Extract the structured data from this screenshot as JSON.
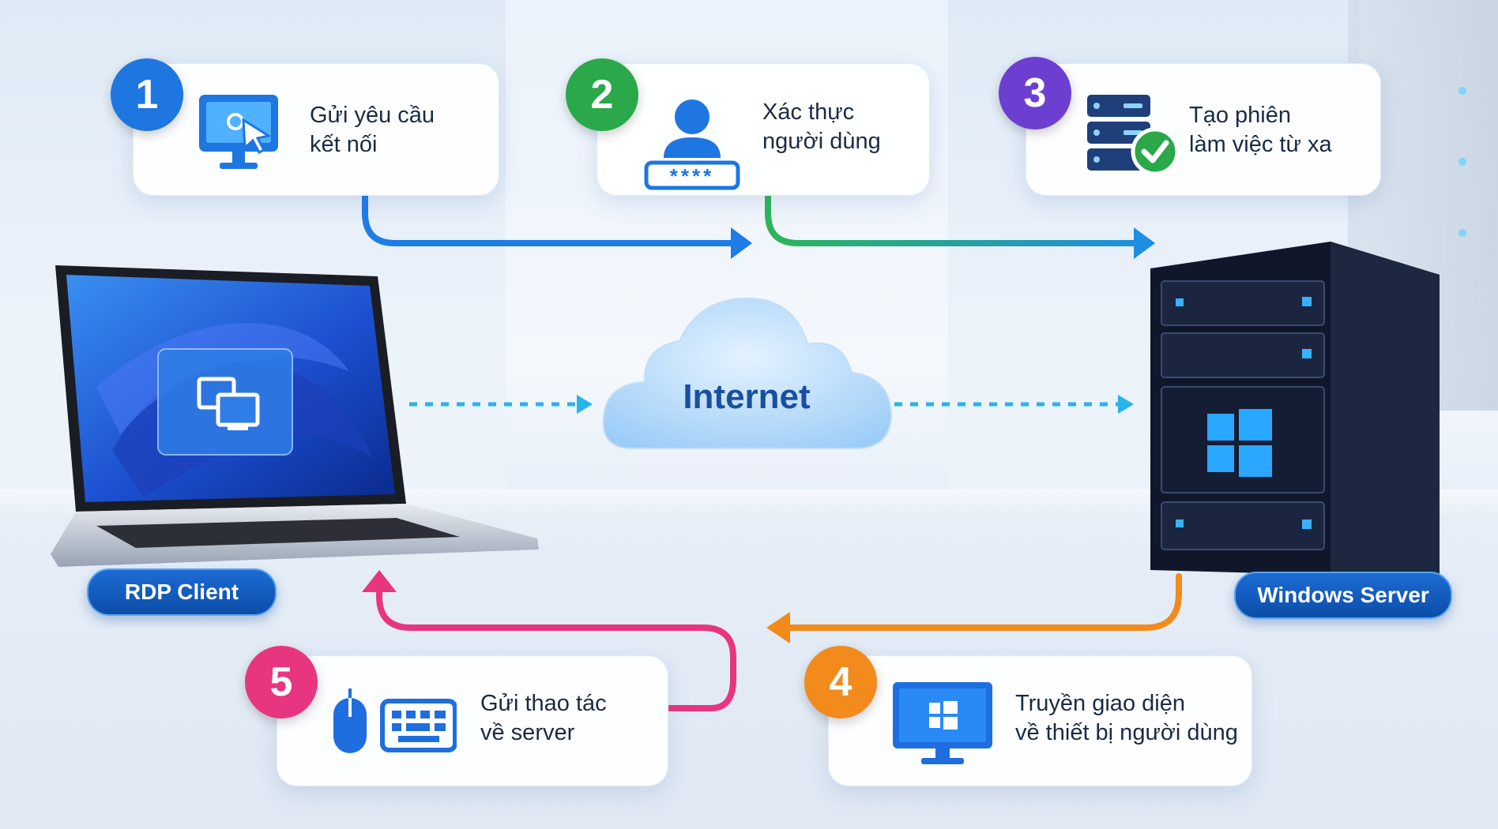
{
  "steps": [
    {
      "number": "1",
      "text": "Gửi yêu cầu\nkết nối",
      "color": "#1e76e0"
    },
    {
      "number": "2",
      "text": "Xác thực\nngười dùng",
      "color": "#2aa84a"
    },
    {
      "number": "3",
      "text": "Tạo phiên\nlàm việc từ xa",
      "color": "#6d3fd1"
    },
    {
      "number": "4",
      "text": "Truyền giao diện\nvề thiết bị người dùng",
      "color": "#f28a1c"
    },
    {
      "number": "5",
      "text": "Gửi thao tác\nvề server",
      "color": "#e8357f"
    }
  ],
  "cloud": {
    "label": "Internet"
  },
  "client": {
    "label": "RDP Client"
  },
  "server": {
    "label": "Windows Server"
  },
  "password_mask": "****",
  "colors": {
    "accent_blue": "#1e76e0",
    "accent_green": "#2aa84a",
    "accent_purple": "#6d3fd1",
    "accent_orange": "#f28a1c",
    "accent_pink": "#e8357f",
    "dotted_cyan": "#27b4e8"
  },
  "icons": {
    "step1": "monitor-cursor-icon",
    "step2": "user-password-icon",
    "step3": "server-check-icon",
    "step4": "windows-monitor-icon",
    "step5": "mouse-keyboard-icon"
  }
}
